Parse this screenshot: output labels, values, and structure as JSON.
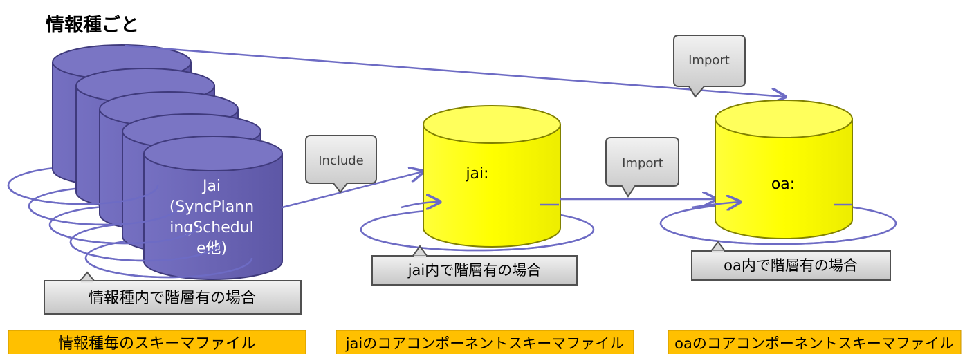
{
  "heading": "情報種ごと",
  "colors": {
    "purple_cylinder": "#6a64b4",
    "yellow_cylinder": "#ffff00",
    "arrow": "#6d6bc4",
    "ring": "#6d6bc4",
    "callout_fill": "#d9d9d9",
    "footer_fill": "#ffc000"
  },
  "callouts": {
    "include": "Include",
    "import_mid": "Import",
    "import_top": "Import"
  },
  "cylinders": {
    "jai_purple": {
      "lines": [
        "Jai",
        "(SyncPlann",
        "ingSchedul",
        "e他)"
      ]
    },
    "jai_yellow": {
      "label": "jai:"
    },
    "oa_yellow": {
      "label": "oa:"
    }
  },
  "notes": {
    "left": "情報種内で階層有の場合",
    "middle": "jai内で階層有の場合",
    "right": "oa内で階層有の場合"
  },
  "footers": {
    "left": "情報種毎のスキーマファイル",
    "middle": "jaiのコアコンポーネントスキーマファイル",
    "right": "oaのコアコンポーネントスキーマファイル"
  }
}
